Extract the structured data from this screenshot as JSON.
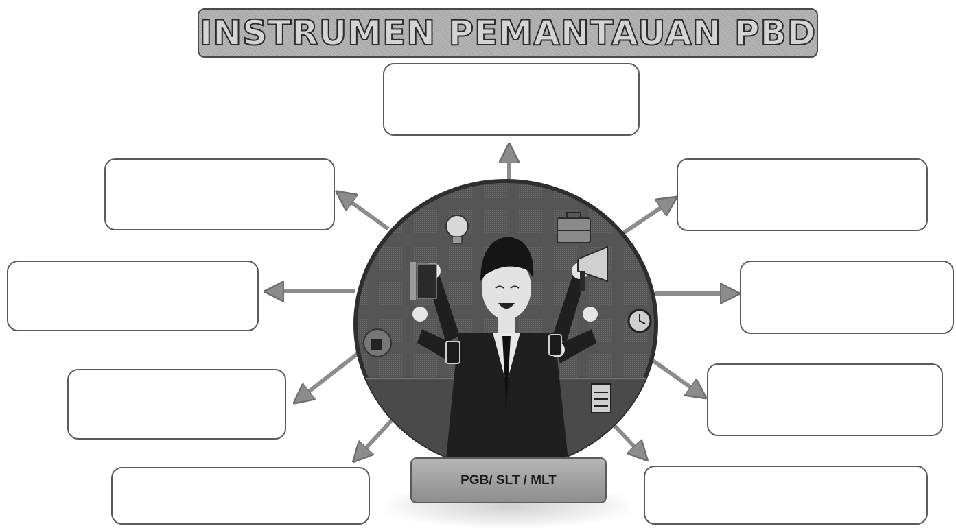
{
  "title": "INSTRUMEN PEMANTAUAN PBD",
  "center_label": "PGB/ SLT / MLT",
  "colors": {
    "banner_fill": "#b3b3b3",
    "border": "#5a5a5a",
    "arrow": "#8c8c8c",
    "circle_bg": "#4e4e4e"
  },
  "boxes": [
    {
      "id": "top",
      "text": ""
    },
    {
      "id": "left-1",
      "text": ""
    },
    {
      "id": "left-2",
      "text": ""
    },
    {
      "id": "left-3",
      "text": ""
    },
    {
      "id": "left-4",
      "text": ""
    },
    {
      "id": "right-1",
      "text": ""
    },
    {
      "id": "right-2",
      "text": ""
    },
    {
      "id": "right-3",
      "text": ""
    },
    {
      "id": "right-4",
      "text": ""
    }
  ],
  "illustration": {
    "subject": "teacher-juggling-tasks",
    "icons": [
      "lightbulb-icon",
      "briefcase-icon",
      "megaphone-icon",
      "clock-icon",
      "thumbs-up-icon",
      "book-icon",
      "document-icon",
      "phone-icon"
    ]
  }
}
